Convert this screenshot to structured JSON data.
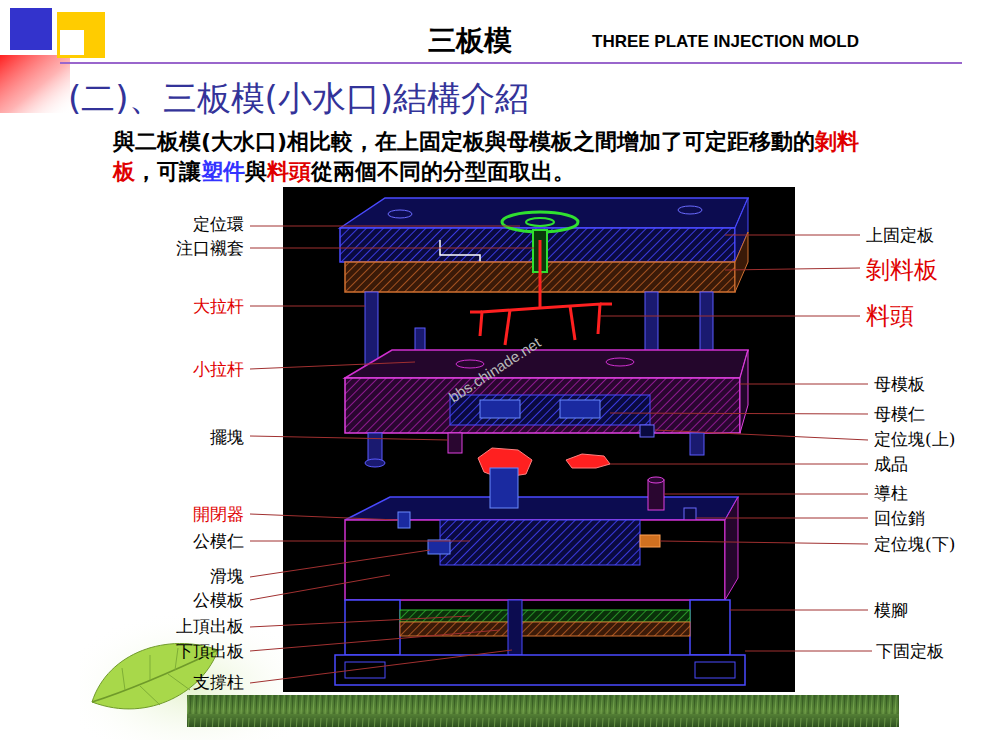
{
  "diagram": {
    "title": "(二)、三板模(小水口)結構介紹",
    "labels": [
      "三板模",
      "THREE PLATE INJECTION MOLD",
      "與二板模(大水口)相比較，在上固定板與母模板之間增加了可定距移動的",
      "剝料板",
      "，可讓",
      "塑件",
      "與",
      "料頭",
      "從兩個不同的分型面取出。",
      "定位環",
      "注口襯套",
      "大拉杆",
      "小拉杆",
      "擺塊",
      "開閉器",
      "公模仁",
      "滑塊",
      "公模板",
      "上頂出板",
      "下頂出板",
      "支撐柱",
      "上固定板",
      "剝料板",
      "料頭",
      "母模板",
      "母模仁",
      "定位塊(上)",
      "成品",
      "導柱",
      "回位銷",
      "定位塊(下)",
      "模腳",
      "下固定板",
      "bbs.chinade.net"
    ]
  }
}
